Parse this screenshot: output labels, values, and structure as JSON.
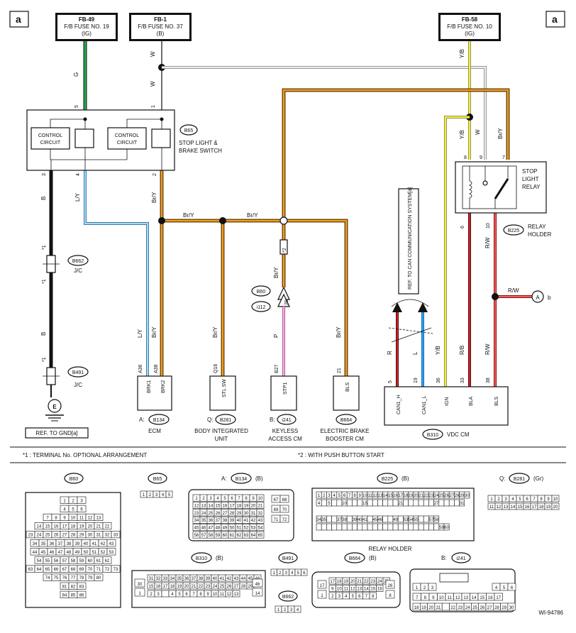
{
  "corner_label_left": "a",
  "corner_label_right": "a",
  "fuses": [
    {
      "id": "FB-49",
      "name": "F/B FUSE NO. 19",
      "ign": "(IG)"
    },
    {
      "id": "FB-1",
      "name": "F/B FUSE NO. 37",
      "ign": "(B)"
    },
    {
      "id": "FB-58",
      "name": "F/B FUSE NO. 10",
      "ign": "(IG)"
    }
  ],
  "switch": {
    "code": "B65",
    "name_line1": "STOP LIGHT &",
    "name_line2": "BRAKE SWITCH",
    "cc1_line1": "CONTROL",
    "cc1_line2": "CIRCUIT",
    "cc2_line1": "CONTROL",
    "cc2_line2": "CIRCUIT",
    "pins": [
      "5",
      "1",
      "3",
      "4",
      "2"
    ]
  },
  "relay": {
    "line1": "STOP",
    "line2": "LIGHT",
    "line3": "RELAY",
    "holder_code": "B225",
    "holder_line1": "RELAY",
    "holder_line2": "HOLDER",
    "pins_top": [
      "8",
      "9",
      "7"
    ],
    "pins_bottom": [
      "6",
      "10"
    ]
  },
  "wire_colors": {
    "G": "G",
    "W": "W",
    "B": "B",
    "LY": "L/Y",
    "BrY": "Br/Y",
    "YB": "Y/B",
    "BrYh1": "Br/Y",
    "BrYh2": "Br/Y",
    "P": "P",
    "R": "R",
    "L": "L",
    "RB": "R/B",
    "RW": "R/W",
    "RWh": "R/W"
  },
  "jc": [
    {
      "code": "B662",
      "label": "J/C"
    },
    {
      "code": "B491",
      "label": "J/C"
    }
  ],
  "star1": "*1",
  "star2": "*2",
  "ground_symbol": "E",
  "ref_gnd": "REF. TO GND[a]",
  "ref_can": "REF. TO CAN COMMUNICATION SYSTEM[a]",
  "connector_b60": "B60",
  "connector_i112": "i112",
  "pin_39": "39",
  "ref_b": "A",
  "ref_b_letter": "b",
  "modules": [
    {
      "prefix": "A:",
      "code": "B134",
      "name1": "ECM",
      "name2": "",
      "pins": [
        "A36",
        "A38"
      ],
      "terms": [
        "BRK1",
        "BRK2"
      ]
    },
    {
      "prefix": "Q:",
      "code": "B281",
      "name1": "BODY INTEGRATED",
      "name2": "UNIT",
      "pins": [
        "Q16"
      ],
      "terms": [
        "STL SW"
      ]
    },
    {
      "prefix": "B:",
      "code": "i241",
      "name1": "KEYLESS",
      "name2": "ACCESS CM",
      "pins": [
        "B27"
      ],
      "terms": [
        "STP1"
      ]
    },
    {
      "prefix": "",
      "code": "B664",
      "name1": "ELECTRIC BRAKE",
      "name2": "BOOSTER CM",
      "pins": [
        "21"
      ],
      "terms": [
        "BLS"
      ]
    }
  ],
  "vdc": {
    "code": "B310",
    "name": "VDC CM",
    "pins": [
      "5",
      "19",
      "36",
      "33",
      "38"
    ],
    "terms": [
      "CAN1_H",
      "CAN1_L",
      "IGN",
      "BLA",
      "BLS"
    ]
  },
  "notes": {
    "note1": "*1 : TERMINAL No. OPTIONAL ARRANGEMENT",
    "note2": "*2 : WITH PUSH BUTTON START"
  },
  "pinouts": {
    "b60": {
      "code": "B60",
      "rows": [
        [
          "1",
          "2",
          "3"
        ],
        [
          "4",
          "5",
          "6"
        ],
        [
          "7",
          "8",
          "9",
          "10",
          "11",
          "12",
          "13"
        ],
        [
          "14",
          "15",
          "16",
          "17",
          "18",
          "19",
          "20",
          "21",
          "22"
        ],
        [
          "23",
          "24",
          "25",
          "26",
          "27",
          "28",
          "29",
          "30",
          "31",
          "32",
          "33"
        ],
        [
          "34",
          "35",
          "36",
          "37",
          "38",
          "39",
          "40",
          "41",
          "42",
          "43"
        ],
        [
          "44",
          "45",
          "46",
          "47",
          "48",
          "49",
          "50",
          "51",
          "52",
          "53"
        ],
        [
          "54",
          "55",
          "56",
          "57",
          "58",
          "59",
          "60",
          "61",
          "62"
        ],
        [
          "63",
          "64",
          "65",
          "66",
          "67",
          "68",
          "69",
          "70",
          "71",
          "72",
          "73"
        ],
        [
          "74",
          "75",
          "76",
          "77",
          "78",
          "79",
          "80"
        ],
        [
          "81",
          "82",
          "83"
        ],
        [
          "84",
          "85",
          "86"
        ]
      ]
    },
    "b65": {
      "code": "B65",
      "pins": [
        "1",
        "2",
        "3",
        "4",
        "5"
      ]
    },
    "b134": {
      "prefix": "A:",
      "code": "B134",
      "suffix": "(B)"
    },
    "b225": {
      "code": "B225",
      "suffix": "(B)",
      "caption": "RELAY HOLDER"
    },
    "b281": {
      "prefix": "Q:",
      "code": "B281",
      "suffix": "(Gr)",
      "rows": [
        [
          "1",
          "2",
          "3",
          "4",
          "5",
          "6",
          "7",
          "8",
          "9",
          "10"
        ],
        [
          "11",
          "12",
          "13",
          "14",
          "15",
          "16",
          "17",
          "18",
          "19",
          "20"
        ]
      ]
    },
    "b310": {
      "code": "B310",
      "suffix": "(B)"
    },
    "b491": {
      "code": "B491",
      "pins": [
        "1",
        "2",
        "3",
        "4",
        "5",
        "6"
      ]
    },
    "b662": {
      "code": "B662",
      "pins": [
        "1",
        "2",
        "3",
        "4"
      ]
    },
    "b664": {
      "code": "B664",
      "suffix": "(B)"
    },
    "i241": {
      "prefix": "B:",
      "code": "i241"
    }
  },
  "diagram_id": "WI-94786"
}
